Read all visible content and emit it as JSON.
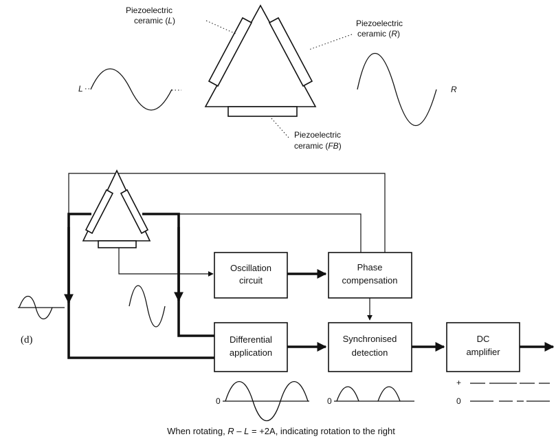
{
  "top_sensor": {
    "label_left_line1": "Piezoelectric",
    "label_left_line2": "ceramic (",
    "label_left_italic": "L",
    "label_left_close": ")",
    "label_right_line1": "Piezoelectric",
    "label_right_line2": "ceramic (",
    "label_right_italic": "R",
    "label_right_close": ")",
    "label_bottom_line1": "Piezoelectric",
    "label_bottom_line2": "ceramic (",
    "label_bottom_italic": "FB",
    "label_bottom_close": ")",
    "signal_left": "L",
    "signal_right": "R"
  },
  "circuit": {
    "panel_label": "(d)",
    "blocks": {
      "oscillation": [
        "Oscillation",
        "circuit"
      ],
      "phase": [
        "Phase",
        "compensation"
      ],
      "differential": [
        "Differential",
        "application"
      ],
      "sync": [
        "Synchronised",
        "detection"
      ],
      "dc": [
        "DC",
        "amplifier"
      ]
    },
    "axis_zero_1": "0",
    "axis_zero_2": "0",
    "axis_zero_3": "0",
    "axis_plus": "+"
  },
  "caption": {
    "prefix": "When rotating, ",
    "r": "R",
    "minus": " – ",
    "l": "L",
    "suffix": " = +2A, indicating rotation to the right"
  }
}
